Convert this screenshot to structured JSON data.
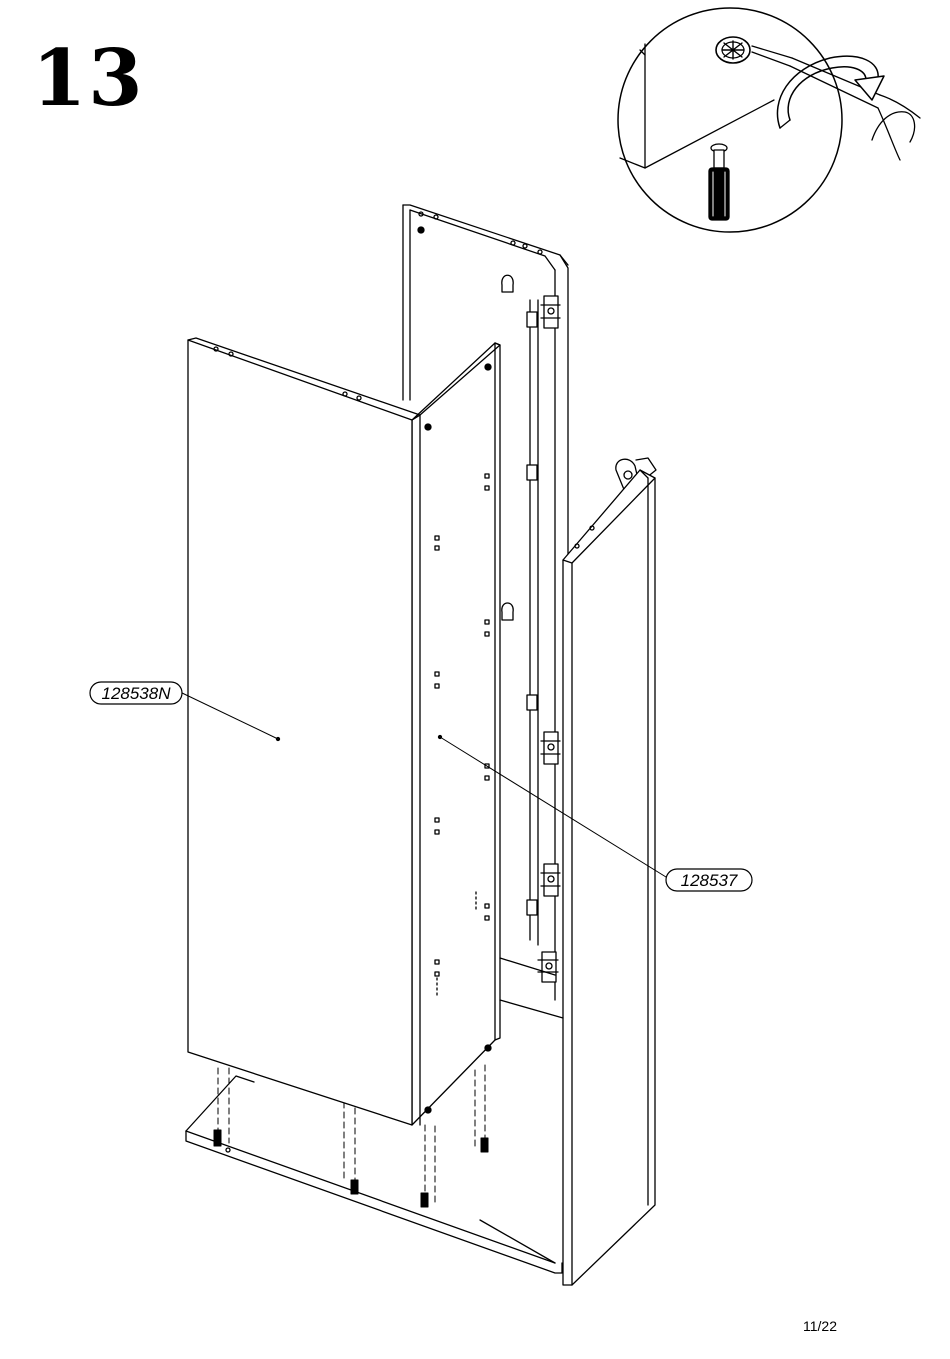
{
  "step": {
    "number": "13"
  },
  "parts": [
    {
      "id": "left-side-panel",
      "label": "128538N"
    },
    {
      "id": "divider-panel",
      "label": "128537"
    }
  ],
  "footer": {
    "page": "11/22"
  }
}
